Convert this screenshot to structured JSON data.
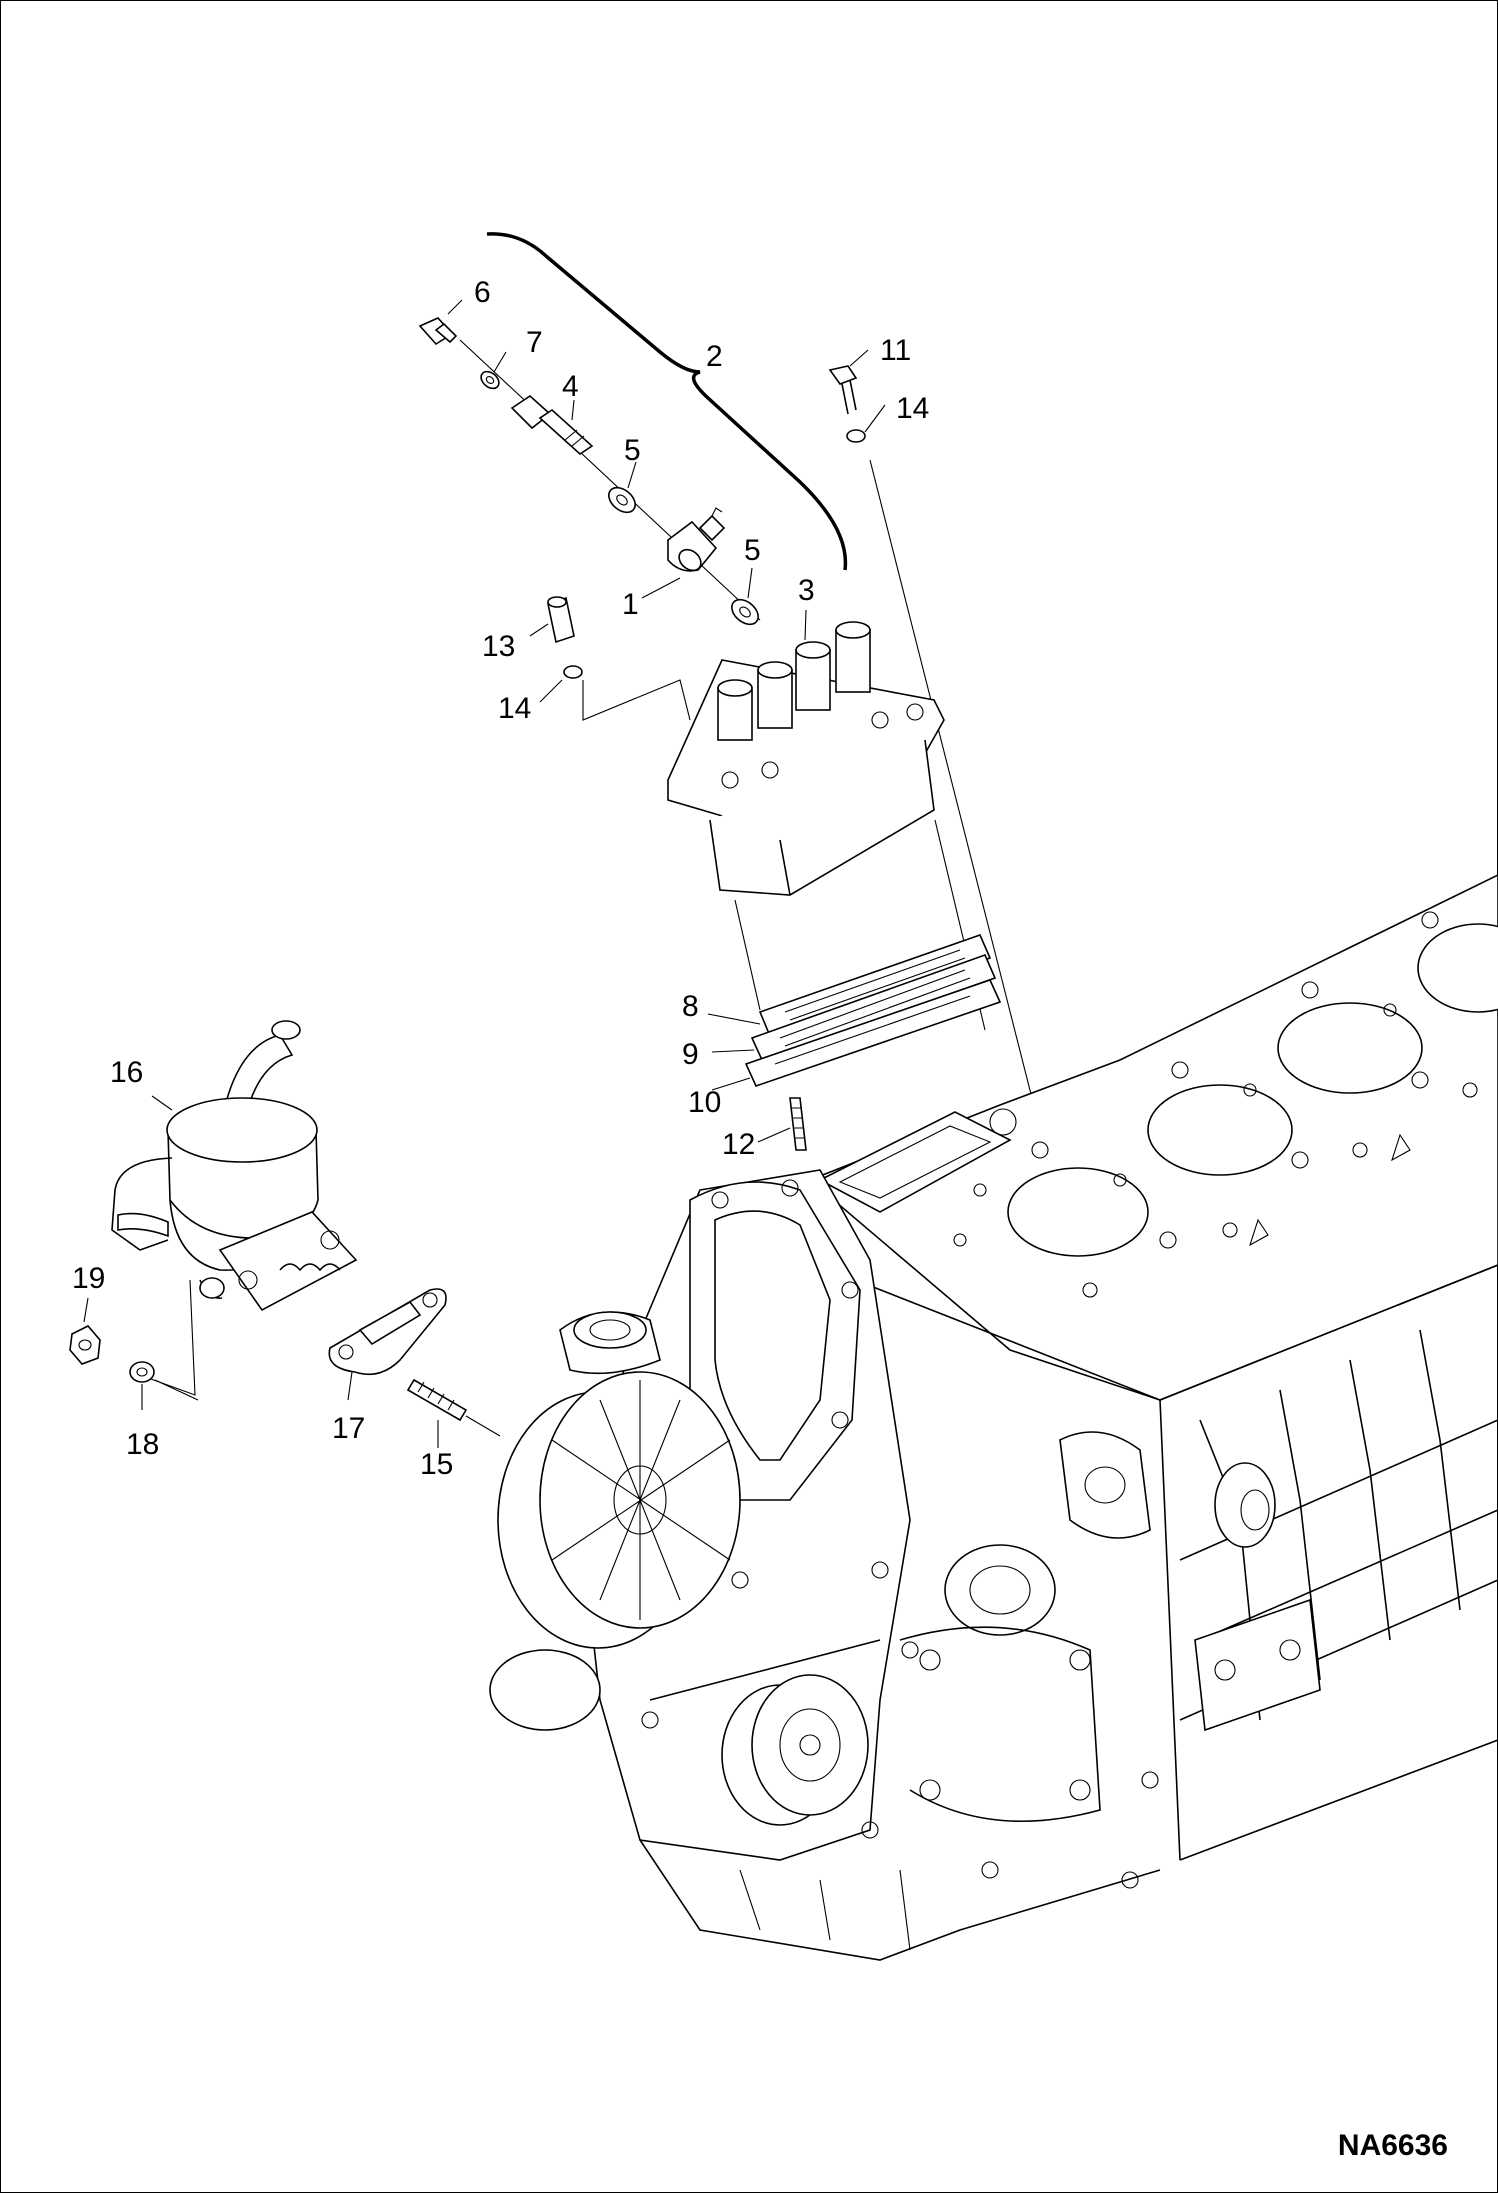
{
  "diagram": {
    "callouts": [
      "1",
      "2",
      "3",
      "4",
      "5",
      "5",
      "6",
      "7",
      "8",
      "9",
      "10",
      "11",
      "12",
      "13",
      "14",
      "14",
      "15",
      "16",
      "17",
      "18",
      "19"
    ],
    "part_code": "NA6636"
  }
}
